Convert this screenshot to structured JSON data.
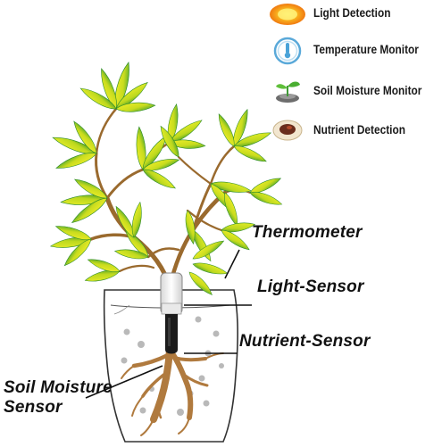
{
  "legend": {
    "items": [
      {
        "label": "Light Detection",
        "icon": "sun-icon"
      },
      {
        "label": "Temperature Monitor",
        "icon": "thermometer-icon"
      },
      {
        "label": "Soil Moisture Monitor",
        "icon": "seedling-icon"
      },
      {
        "label": "Nutrient Detection",
        "icon": "soil-sample-icon"
      }
    ]
  },
  "callouts": {
    "thermometer": "Thermometer",
    "light_sensor": "Light-Sensor",
    "nutrient_sensor": "Nutrient-Sensor",
    "soil_moisture_line1": "Soil Moisture",
    "soil_moisture_line2": "Sensor"
  },
  "colors": {
    "leaf_yellow": "#d9e21c",
    "leaf_green": "#2f9a2f",
    "stem_brown": "#9a6a2e",
    "root_brown": "#b07a3e",
    "pot_outline": "#333333",
    "soil_dots": "#b9b9b9",
    "probe_black": "#1b1b1b",
    "sun_orange": "#f7a21b",
    "thermo_blue": "#4aa3d8"
  }
}
